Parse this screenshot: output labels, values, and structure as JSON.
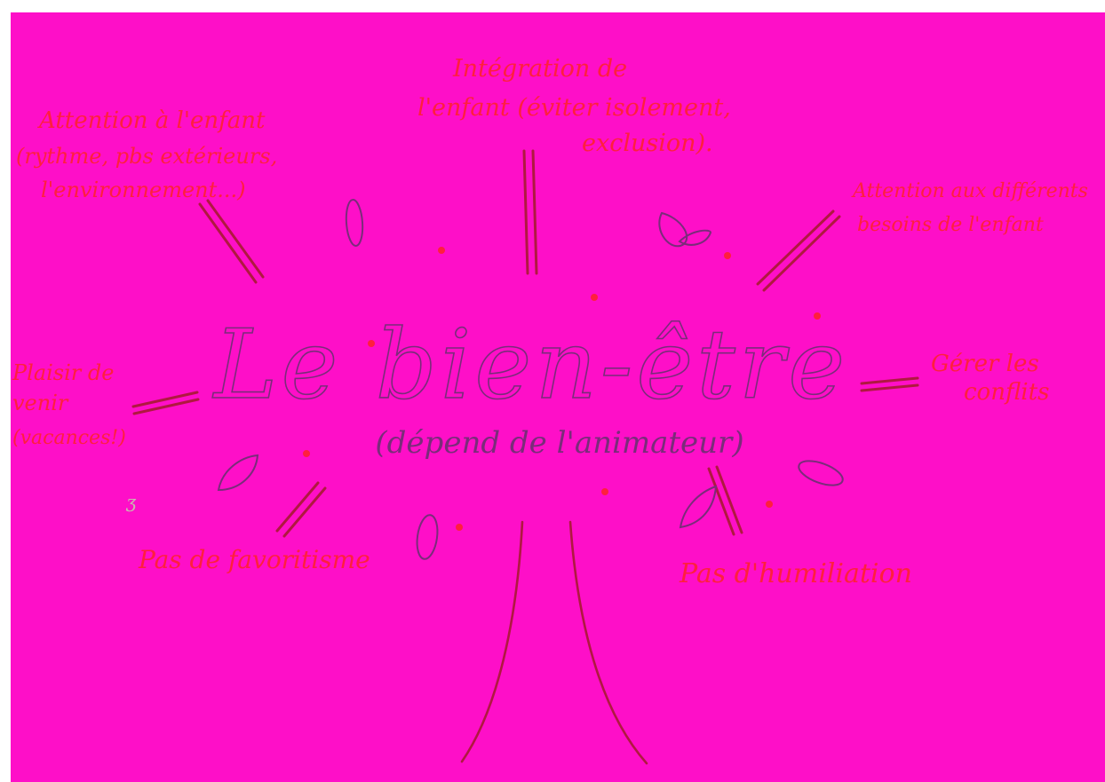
{
  "title": {
    "main": "Le bien-être",
    "sub": "(dépend de l'animateur)"
  },
  "branches": [
    {
      "id": "integration",
      "lines": [
        "Intégration de",
        "l'enfant (éviter isolement,",
        "exclusion)."
      ]
    },
    {
      "id": "attention-enfant",
      "lines": [
        "Attention à l'enfant",
        "(rythme, pbs extérieurs,",
        "l'environnement...)"
      ]
    },
    {
      "id": "besoins",
      "lines": [
        "Attention aux différents",
        "besoins de l'enfant"
      ]
    },
    {
      "id": "plaisir",
      "lines": [
        "Plaisir de",
        "venir",
        "(vacances!)"
      ]
    },
    {
      "id": "conflits",
      "lines": [
        "Gérer les",
        "conflits"
      ]
    },
    {
      "id": "favoritisme",
      "lines": [
        "Pas de favoritisme"
      ]
    },
    {
      "id": "humiliation",
      "lines": [
        "Pas d'humiliation"
      ]
    }
  ],
  "colors": {
    "paper": "#fe0fc8",
    "red_ink": "#ff1f3d",
    "pencil": "#7a2c7a",
    "stroke_red": "#b01840"
  }
}
